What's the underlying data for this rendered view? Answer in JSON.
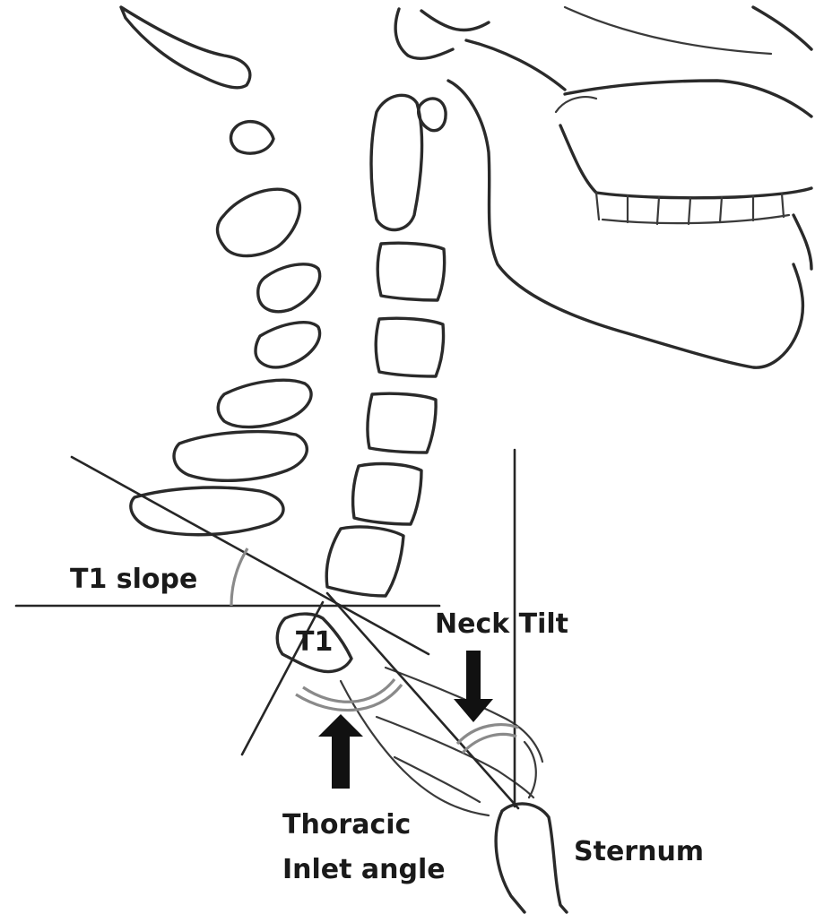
{
  "labels": {
    "t1_slope": "T1 slope",
    "t1": "T1",
    "neck_tilt": "Neck Tilt",
    "thoracic_line1": "Thoracic",
    "thoracic_line2": "Inlet angle",
    "sternum": "Sternum"
  },
  "colors": {
    "line": "#262626",
    "arc": "#8a8a8a",
    "arrow": "#111111",
    "background": "#ffffff"
  }
}
